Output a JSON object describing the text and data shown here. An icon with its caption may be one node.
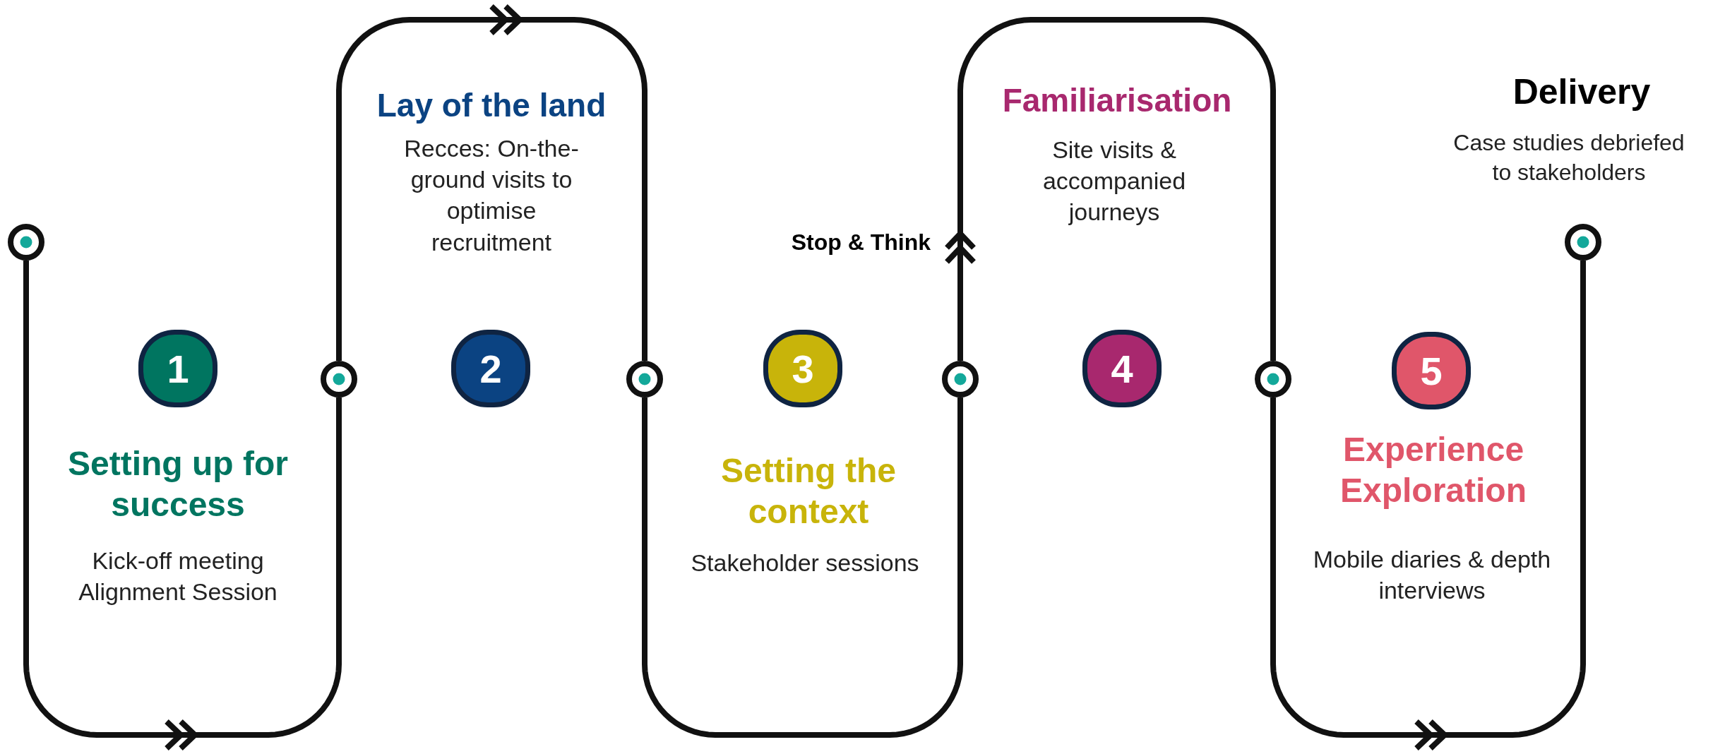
{
  "diagram": {
    "nodes": [
      {
        "text": [],
        "shape": "circle"
      },
      {
        "text": [
          "1"
        ],
        "beside": [
          "Setting up for success",
          "Kick-off meeting Alignment Session"
        ]
      },
      {
        "text": [],
        "shape": "circle"
      },
      {
        "text": [
          "2"
        ],
        "beside": [
          "Lay of the land",
          "Recces: On-the-ground visits to optimise recruitment"
        ]
      },
      {
        "text": [],
        "shape": "circle"
      },
      {
        "text": [
          "3"
        ],
        "beside": [
          "Setting the context",
          "Stakeholder sessions"
        ]
      },
      {
        "text": [],
        "shape": "circle"
      },
      {
        "text": [
          "4"
        ],
        "beside": [
          "Familiarisation",
          "Site visits & accompanied journeys"
        ]
      },
      {
        "text": [],
        "shape": "circle"
      },
      {
        "text": [
          "5"
        ],
        "beside": [
          "Experience Exploration",
          "Mobile diaries & depth interviews"
        ]
      },
      {
        "text": [],
        "shape": "circle",
        "beside": [
          "Delivery",
          "Case studies debriefed to stakeholders"
        ]
      }
    ],
    "edges": [
      {
        "from": 0,
        "to": 2,
        "arrow": "to"
      },
      {
        "from": 2,
        "to": 4,
        "arrow": "to"
      },
      {
        "from": 4,
        "to": 6,
        "arrow": "none"
      },
      {
        "from": 6,
        "to": 8,
        "arrow": "to"
      },
      {
        "from": 8,
        "to": 10,
        "arrow": "to"
      }
    ],
    "labels": [
      "Stop & Think"
    ]
  }
}
